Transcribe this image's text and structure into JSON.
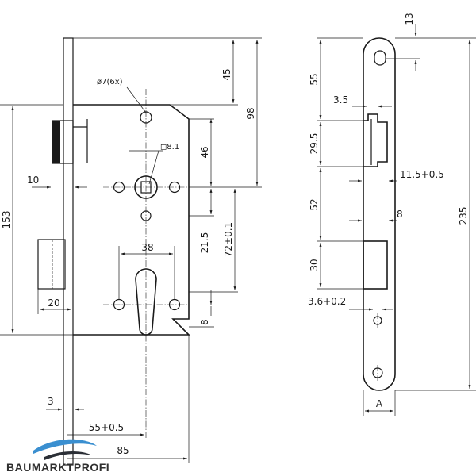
{
  "colors": {
    "line": "#1a1a1a",
    "brand_blue": "#3a8fd0",
    "brand_dark": "#2b2f36",
    "brand_text": "#2f2f2f"
  },
  "front": {
    "hole_label": "ø7(6x)",
    "square_label": "◻8.1",
    "d45": "45",
    "d98": "98",
    "d46": "46",
    "d153": "153",
    "d10": "10",
    "d21_5": "21.5",
    "d72": "72±0.1",
    "d38": "38",
    "d20": "20",
    "d8": "8",
    "d3": "3",
    "d55": "55+0.5",
    "d85": "85"
  },
  "side": {
    "d13": "13",
    "d55": "55",
    "d3_5": "3.5",
    "d29_5": "29.5",
    "d11_5": "11.5+0.5",
    "d52": "52",
    "d8": "8",
    "d30": "30",
    "d235": "235",
    "d3_6": "3.6+0.2",
    "dA": "A"
  },
  "logo": {
    "text": "BAUMARKTPROFI",
    "icon": "brand-swoosh-icon"
  }
}
